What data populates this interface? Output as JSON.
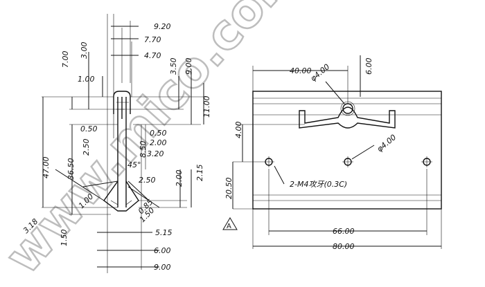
{
  "watermark": "www.mico.com.tw",
  "side_profile": {
    "dims": {
      "d_9_20": "9.20",
      "d_7_70": "7.70",
      "d_4_70": "4.70",
      "d_3_50": "3.50",
      "d_9_00_top": "9.00",
      "d_11_00": "11.00",
      "d_7_00": "7.00",
      "d_3_00": "3.00",
      "d_1_00_top": "1.00",
      "d_0_50_left": "0.50",
      "d_0_50_right": "0.50",
      "d_2_50_left": "2.50",
      "d_8_50": "8.50",
      "d_2_00_mid": "2.00",
      "d_3_20": "3.20",
      "d_36_50": "36.50",
      "d_47_00": "47.00",
      "d_45deg": "45°",
      "d_2_50_mid": "2.50",
      "d_2_00_right": "2.00",
      "d_2_15": "2.15",
      "d_1_00_mid": "1.00",
      "d_0_85": "0.85",
      "d_1_50_right": "1.50",
      "d_3_18": "3.18",
      "d_1_50_left": "1.50",
      "d_5_15": "5.15",
      "d_6_00": "6.00",
      "d_9_00_bottom": "9.00"
    }
  },
  "front_view": {
    "dims": {
      "d_40_00": "40.00",
      "d_phi_4_00_top": "φ4.00",
      "d_6_00": "6.00",
      "d_phi_4_00_right": "φ4.00",
      "d_4_00": "4.00",
      "d_20_50": "20.50",
      "note_tap": "2-M4攻牙(0.3C)",
      "d_66_00": "66.00",
      "d_80_00": "80.00"
    },
    "datum_label": "A"
  }
}
